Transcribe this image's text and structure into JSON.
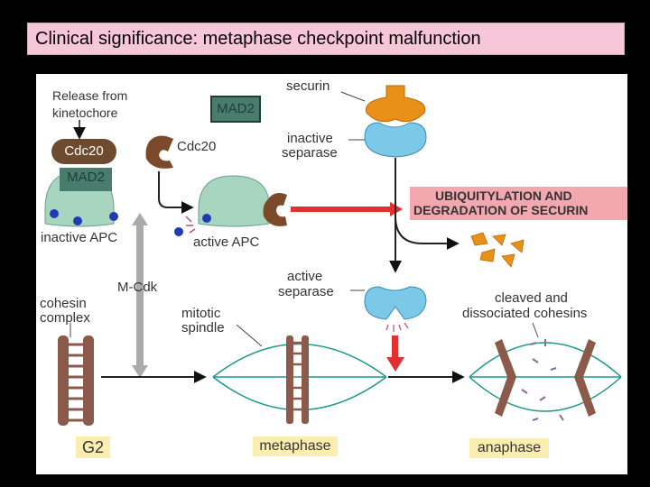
{
  "title": "Clinical significance: metaphase checkpoint malfunction",
  "annotations": {
    "release_text_line1": "Release from",
    "release_text_line2": "kinetochore",
    "mad2_top": "MAD2",
    "cdc20_pill": "Cdc20",
    "mad2_left": "MAD2"
  },
  "diagram": {
    "securin": "securin",
    "inactive_separase_line1": "inactive",
    "inactive_separase_line2": "separase",
    "cdc20": "Cdc20",
    "ubiquitylation_line1": "UBIQUITYLATION AND",
    "ubiquitylation_line2": "DEGRADATION OF SECURIN",
    "inactive_apc": "inactive APC",
    "active_apc": "active APC",
    "m_cdk": "M-Cdk",
    "active_separase_line1": "active",
    "active_separase_line2": "separase",
    "cohesin_complex_line1": "cohesin",
    "cohesin_complex_line2": "complex",
    "mitotic_spindle_line1": "mitotic",
    "mitotic_spindle_line2": "spindle",
    "cleaved_line1": "cleaved and",
    "cleaved_line2": "dissociated cohesins",
    "stage_g2": "G2",
    "stage_metaphase": "metaphase",
    "stage_anaphase": "anaphase"
  },
  "colors": {
    "background": "#000000",
    "title_bg": "#f7c6d8",
    "apc_green": "#a8d5c0",
    "separase_blue": "#7cc8e8",
    "securin_orange": "#e8901a",
    "cdc20_brown": "#7a4a2a",
    "red_arrow": "#e03030",
    "ubiquitylation_bg": "#f3a7ae",
    "stage_bg": "#fbeeb0",
    "spindle_teal": "#1a9a8a",
    "chromosome_brown": "#8b5a4a"
  }
}
